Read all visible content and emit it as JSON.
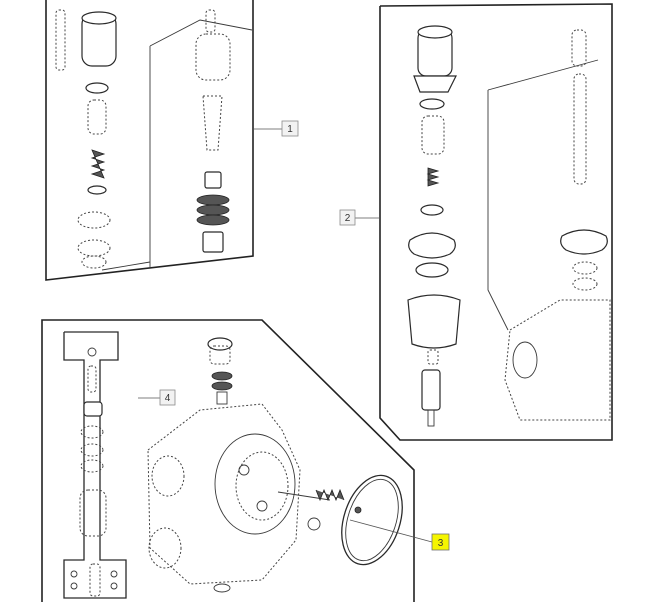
{
  "callouts": [
    {
      "id": "1",
      "label": "1",
      "highlighted": false
    },
    {
      "id": "2",
      "label": "2",
      "highlighted": false
    },
    {
      "id": "3",
      "label": "3",
      "highlighted": true
    },
    {
      "id": "4",
      "label": "4",
      "highlighted": false
    }
  ],
  "colors": {
    "highlight": "#f5f500",
    "line": "#2a2a2a",
    "background": "#ffffff"
  }
}
